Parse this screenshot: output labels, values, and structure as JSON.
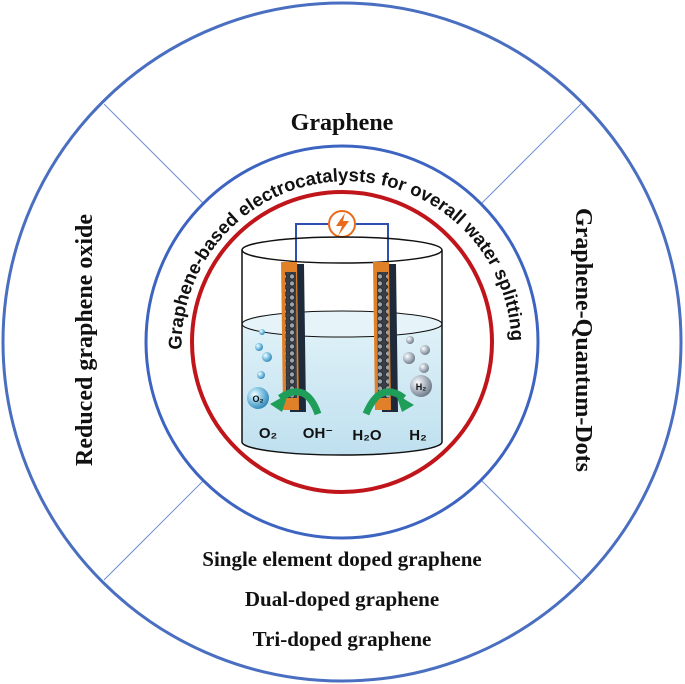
{
  "segments": {
    "top": "Graphene",
    "left": "Reduced graphene oxide",
    "right": "Graphene-Quantum-Dots",
    "bottom": [
      "Single element doped graphene",
      "Dual-doped graphene",
      "Tri-doped graphene"
    ]
  },
  "center": {
    "arc_title": "Graphene-based electrocatalysts for overall water splitting"
  },
  "cell": {
    "left_bubble_label": "O₂",
    "right_bubble_label": "H₂",
    "left_eq_product": "O₂",
    "left_eq_reactant": "OH⁻",
    "right_eq_reactant": "H₂O",
    "right_eq_product": "H₂"
  },
  "colors": {
    "outer_ring": "#4a6fc1",
    "divider": "#6f8fd0",
    "inner_ring_blue": "#3d64c0",
    "inner_ring_red": "#c0161b",
    "water": "#cfe8f3",
    "electrode_orange": "#e0812a",
    "electrode_dark": "#1e2a3a",
    "arrow_green": "#1f9e5a",
    "wire": "#2e4fb0",
    "power": "#e86a1a"
  },
  "icons": [
    "lightning-icon",
    "bubble-icon",
    "curved-arrow-icon"
  ]
}
